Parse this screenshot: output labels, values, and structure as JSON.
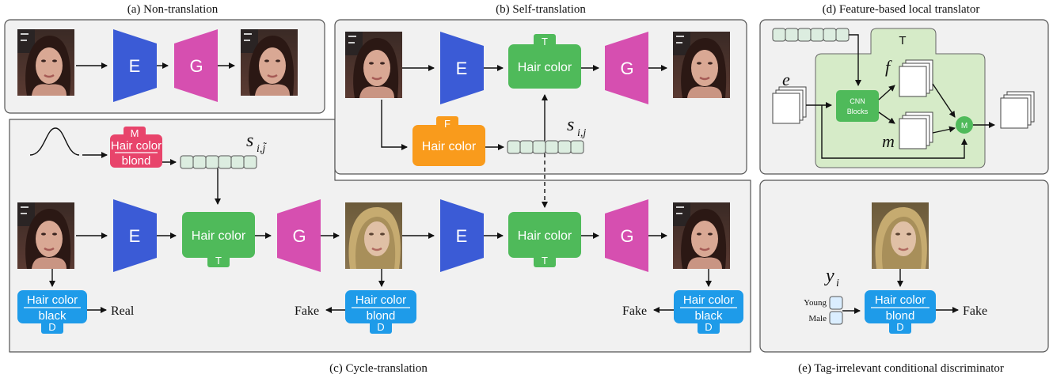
{
  "panels": {
    "a": {
      "caption": "(a) Non-translation"
    },
    "b": {
      "caption": "(b) Self-translation"
    },
    "c": {
      "caption": "(c) Cycle-translation"
    },
    "d": {
      "caption": "(d) Feature-based local translator"
    },
    "e": {
      "caption": "(e) Tag-irrelevant conditional discriminator"
    }
  },
  "modules": {
    "encoder": "E",
    "generator": "G",
    "translator_tag": "T",
    "translator_label": "Hair color",
    "extractor_tag": "F",
    "extractor_label": "Hair color",
    "mapper_tag": "M",
    "mapper_top": "Hair color",
    "mapper_bottom": "blond",
    "disc_tag": "D",
    "disc_top": "Hair color",
    "disc_black": "black",
    "disc_blond": "blond",
    "cnn_line1": "CNN",
    "cnn_line2": "Blocks",
    "merge_tag": "M"
  },
  "symbols": {
    "s_ij_tilde": "s",
    "s_ij_tilde_sub": "i,j̃",
    "s_ij": "s",
    "s_ij_sub": "i,j",
    "e": "e",
    "f": "f",
    "m": "m",
    "y": "y",
    "y_sub": "i"
  },
  "outputs": {
    "real": "Real",
    "fake": "Fake"
  },
  "tags": {
    "young": "Young",
    "male": "Male"
  },
  "colors": {
    "encoder": "#3b5bd6",
    "generator": "#d64fb0",
    "translator": "#4fba5a",
    "extractor": "#f99b1c",
    "mapper": "#e8446b",
    "discriminator": "#1e9be9",
    "panel_bg": "#f1f1f1",
    "code_cell": "#dcede0"
  }
}
